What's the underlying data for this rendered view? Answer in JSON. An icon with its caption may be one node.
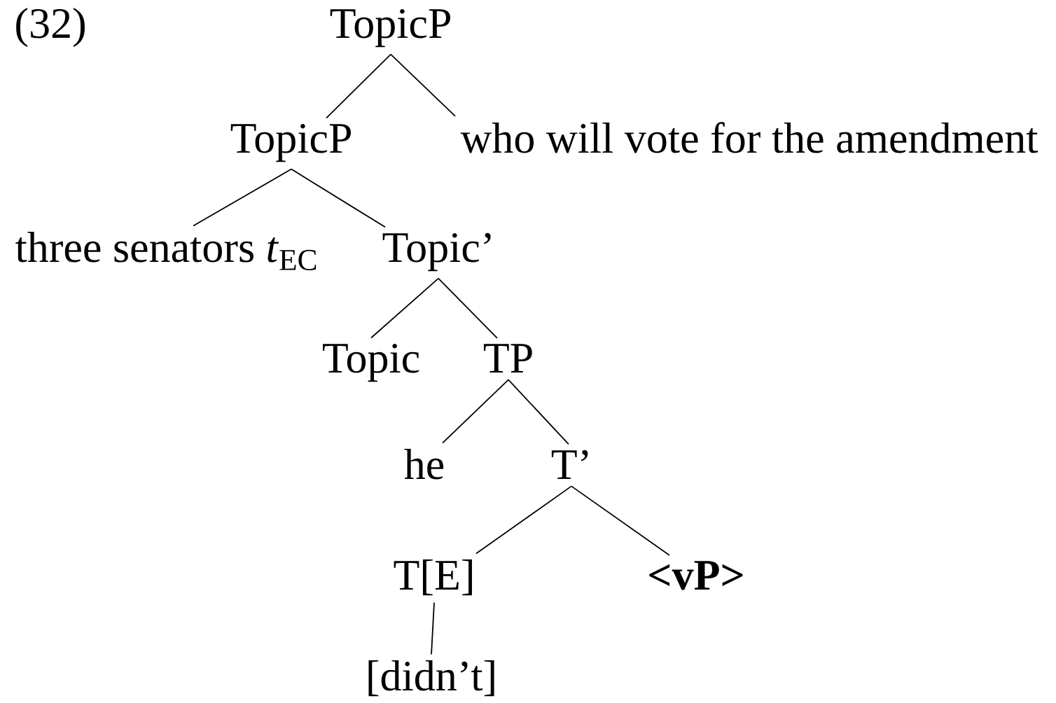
{
  "diagram": {
    "nodes": [
      {
        "text": [
          "TopicP"
        ]
      },
      {
        "text": [
          "TopicP"
        ]
      },
      {
        "text": [
          "who will vote for the amendment"
        ]
      },
      {
        "text": [
          "three senators *t*$_{EC}$"
        ]
      },
      {
        "text": [
          "Topic’"
        ]
      },
      {
        "text": [
          "Topic"
        ]
      },
      {
        "text": [
          "TP"
        ]
      },
      {
        "text": [
          "he"
        ]
      },
      {
        "text": [
          "T’"
        ]
      },
      {
        "text": [
          "T[E]"
        ]
      },
      {
        "text": [
          "<vP>"
        ]
      },
      {
        "text": [
          "[didn’t]"
        ]
      }
    ],
    "edges": [
      {
        "from": 0,
        "to": 1,
        "arrow": "none"
      },
      {
        "from": 0,
        "to": 2,
        "arrow": "none"
      },
      {
        "from": 1,
        "to": 3,
        "arrow": "none"
      },
      {
        "from": 1,
        "to": 4,
        "arrow": "none"
      },
      {
        "from": 4,
        "to": 5,
        "arrow": "none"
      },
      {
        "from": 4,
        "to": 6,
        "arrow": "none"
      },
      {
        "from": 6,
        "to": 7,
        "arrow": "none"
      },
      {
        "from": 6,
        "to": 8,
        "arrow": "none"
      },
      {
        "from": 8,
        "to": 9,
        "arrow": "none"
      },
      {
        "from": 8,
        "to": 10,
        "arrow": "none"
      },
      {
        "from": 9,
        "to": 11,
        "arrow": "none"
      }
    ],
    "labels": [
      "(32)"
    ]
  }
}
